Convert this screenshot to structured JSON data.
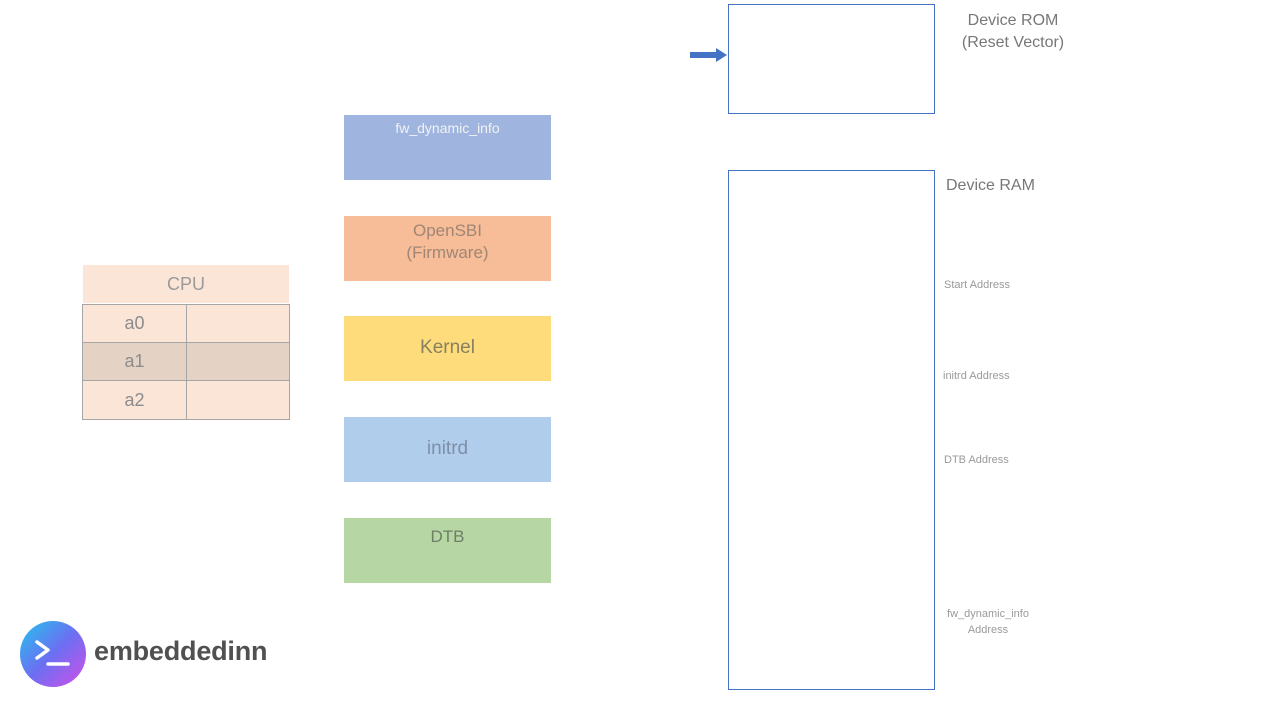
{
  "cpu": {
    "title": "CPU",
    "registers": [
      {
        "name": "a0",
        "value": ""
      },
      {
        "name": "a1",
        "value": ""
      },
      {
        "name": "a2",
        "value": ""
      }
    ]
  },
  "blocks": {
    "fw_dynamic_info": "fw_dynamic_info",
    "opensbi_line1": "OpenSBI",
    "opensbi_line2": "(Firmware)",
    "kernel": "Kernel",
    "initrd": "initrd",
    "dtb": "DTB"
  },
  "memory": {
    "rom_line1": "Device ROM",
    "rom_line2": "(Reset Vector)",
    "ram_label": "Device RAM",
    "start_address": "Start Address",
    "initrd_address": "initrd Address",
    "dtb_address": "DTB Address",
    "fw_address_line1": "fw_dynamic_info",
    "fw_address_line2": "Address"
  },
  "brand": {
    "name": "embeddedinn",
    "logo_icon": "terminal-prompt-icon"
  },
  "colors": {
    "fw_dynamic_info": "#9fb5e0",
    "opensbi": "#f6bd98",
    "kernel": "#fedc7c",
    "initrd": "#b0cdec",
    "dtb": "#b6d7a4",
    "memory_border": "#4472c4",
    "cpu_fill": "#fbe5d6"
  }
}
